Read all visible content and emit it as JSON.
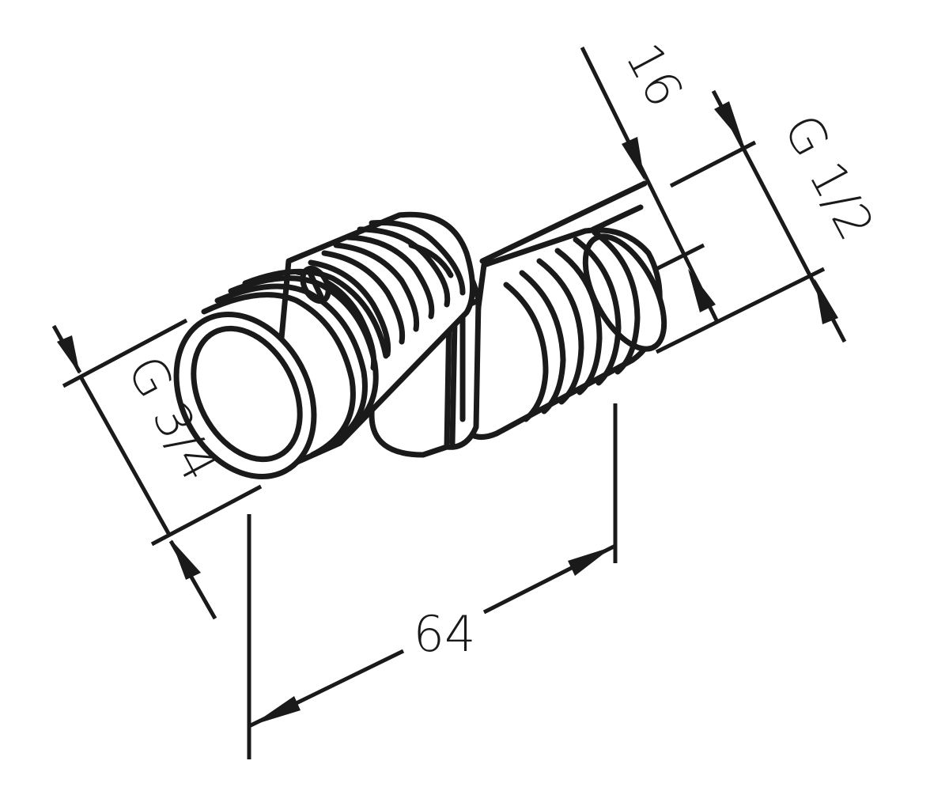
{
  "drawing": {
    "line_color": "#1a1a1a",
    "background": "#ffffff"
  },
  "dimensions": {
    "length": "64",
    "inlet_thread": "G 3/4",
    "outlet_thread": "G 1/2",
    "outlet_offset": "16"
  }
}
